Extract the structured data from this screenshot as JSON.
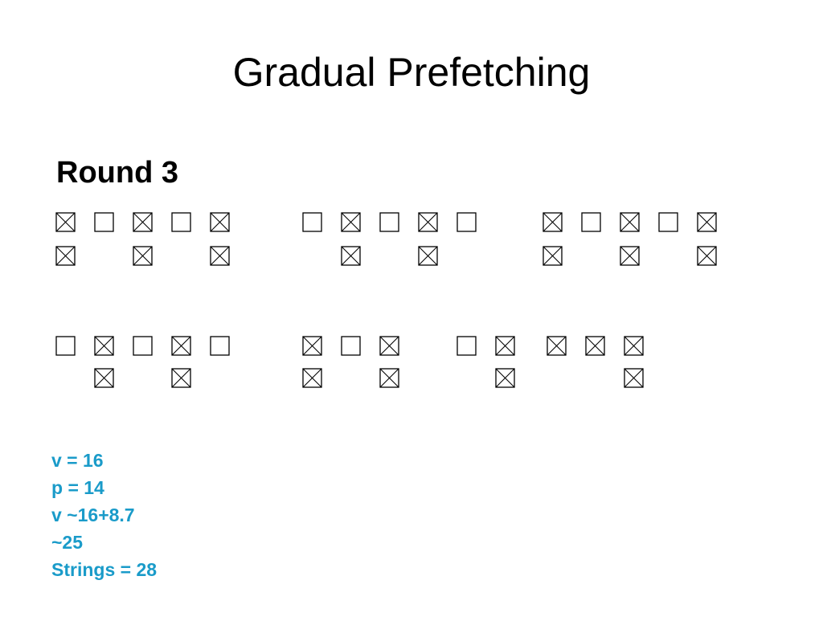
{
  "slide": {
    "title": "Gradual Prefetching",
    "round_heading": "Round 3"
  },
  "notes": {
    "lines": [
      "v = 16",
      "p = 14",
      "v ~16+8.7",
      "~25",
      "Strings = 28"
    ],
    "color": "#1a9bc9"
  },
  "diagram": {
    "legend_meaning": {
      "X": "crossed box",
      "O": "empty box",
      "_": "no box"
    },
    "groups": [
      {
        "rows": [
          "XOXOX",
          "X_X_X"
        ]
      },
      {
        "rows": [
          "OXOXO",
          "_X_X_"
        ]
      },
      {
        "rows": [
          "XOXOX",
          "X_X_X"
        ]
      },
      {
        "rows": [
          "OXOXO",
          "_X_X_"
        ]
      },
      {
        "rows": [
          "XOX_OX",
          "X_X__X"
        ]
      },
      {
        "rows": [
          "XXX",
          "__X"
        ]
      }
    ]
  }
}
